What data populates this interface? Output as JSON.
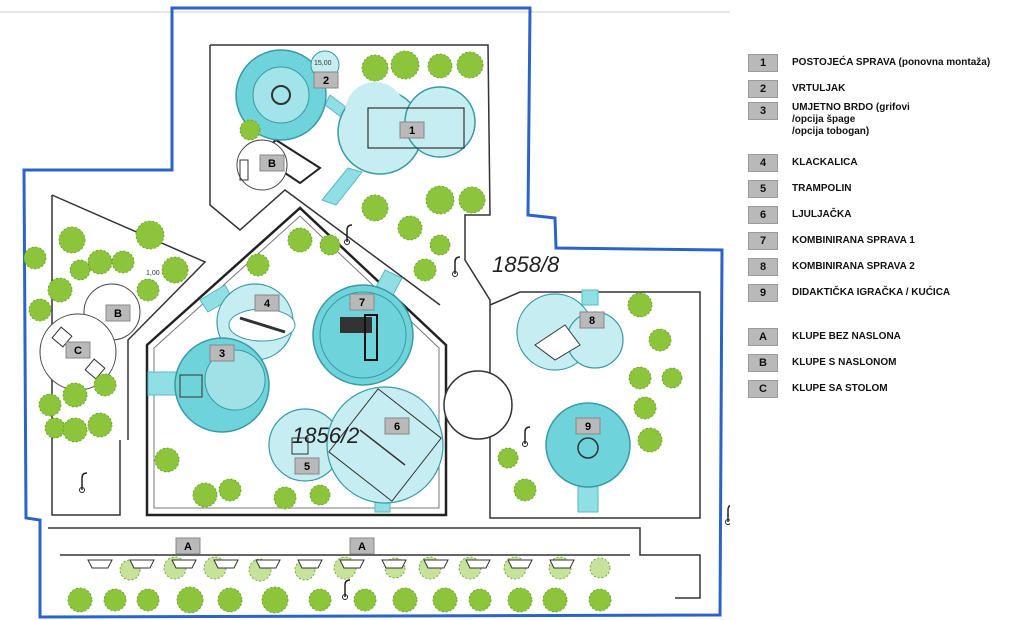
{
  "colors": {
    "boundary": "#2b63c9",
    "zone": "#6fd3db",
    "zone_light": "#c6edf1",
    "tree": "#8cc43c",
    "tree_light": "#c7e29a",
    "key_bg": "#b9b9b9"
  },
  "parcels": [
    "1858/8",
    "1856/2"
  ],
  "zone_markers": [
    "1",
    "2",
    "3",
    "4",
    "5",
    "6",
    "7",
    "8",
    "9"
  ],
  "bench_markers": [
    "A",
    "A",
    "B",
    "B",
    "C"
  ],
  "dimensions": [
    "15,00",
    "1,00"
  ],
  "legend": {
    "items": [
      {
        "key": "1",
        "label": "POSTOJEĆA SPRAVA (ponovna montaža)"
      },
      {
        "key": "2",
        "label": "VRTULJAK"
      },
      {
        "key": "3",
        "label": "UMJETNO BRDO (grifovi\n                    /opcija špage\n                    /opcija tobogan)"
      },
      {
        "key": "4",
        "label": "KLACKALICA"
      },
      {
        "key": "5",
        "label": "TRAMPOLIN"
      },
      {
        "key": "6",
        "label": "LJULJAČKA"
      },
      {
        "key": "7",
        "label": "KOMBINIRANA SPRAVA 1"
      },
      {
        "key": "8",
        "label": "KOMBINIRANA SPRAVA 2"
      },
      {
        "key": "9",
        "label": "DIDAKTIČKA IGRAČKA / KUĆICA"
      }
    ],
    "benches": [
      {
        "key": "A",
        "label": "KLUPE BEZ NASLONA"
      },
      {
        "key": "B",
        "label": "KLUPE S NASLONOM"
      },
      {
        "key": "C",
        "label": "KLUPE SA STOLOM"
      }
    ]
  }
}
